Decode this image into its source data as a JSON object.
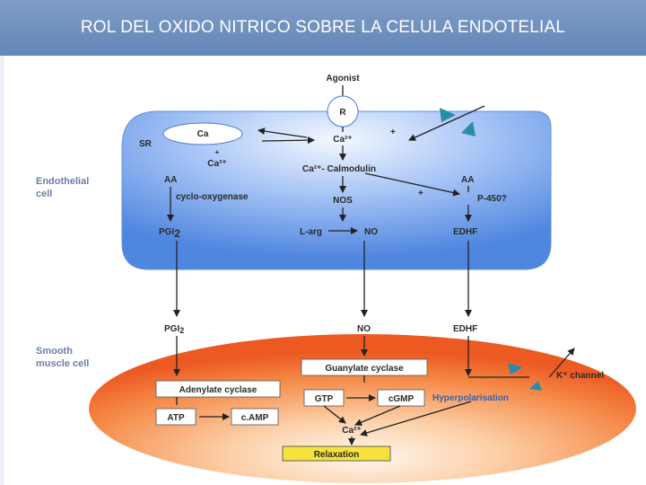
{
  "slide": {
    "title": "ROL DEL OXIDO NITRICO SOBRE  LA CELULA ENDOTELIAL"
  },
  "diagram": {
    "agonist": "Agonist",
    "receptor": "R",
    "sr": "SR",
    "ca": "Ca",
    "ca2_top": "Ca²⁺",
    "plus_sign": "+",
    "ca2_sr": "Ca²⁺",
    "ca_calmodulin": "Ca²⁺- Calmodulin",
    "nos": "NOS",
    "l_arg": "L-arg",
    "no_endo": "NO",
    "aa_left": "AA",
    "cyclo_oxygenase": "cyclo-oxygenase",
    "pgi2_endo": "PGI",
    "pgi2_endo_sub": "2",
    "aa_right": "AA",
    "p450": "P-450?",
    "edhf_endo": "EDHF",
    "endothelial_cell_line1": "Endothelial",
    "endothelial_cell_line2": "cell",
    "smooth_muscle_line1": "Smooth",
    "smooth_muscle_line2": "muscle cell",
    "pgi2_smc": "PGI",
    "pgi2_smc_sub": "2",
    "no_smc": "NO",
    "edhf_smc": "EDHF",
    "guanylate_cyclase": "Guanylate cyclase",
    "adenylate_cyclase": "Adenylate cyclase",
    "gtp": "GTP",
    "cgmp": "cGMP",
    "atp": "ATP",
    "camp": "c.AMP",
    "hyperpolarisation": "Hyperpolarisation",
    "k_channel": "K⁺ channel",
    "ca2_smc": "Ca²⁺",
    "relaxation": "Relaxation"
  },
  "colors": {
    "title_bar": "#6f8fbf",
    "endothelial_cell": "#6b9ae6",
    "smooth_muscle_cell": "#f0602a",
    "hyperpolarisation_text": "#3a5fb0",
    "relaxation_box": "#f5e23c",
    "channel_arrow": "#2a8da8"
  }
}
